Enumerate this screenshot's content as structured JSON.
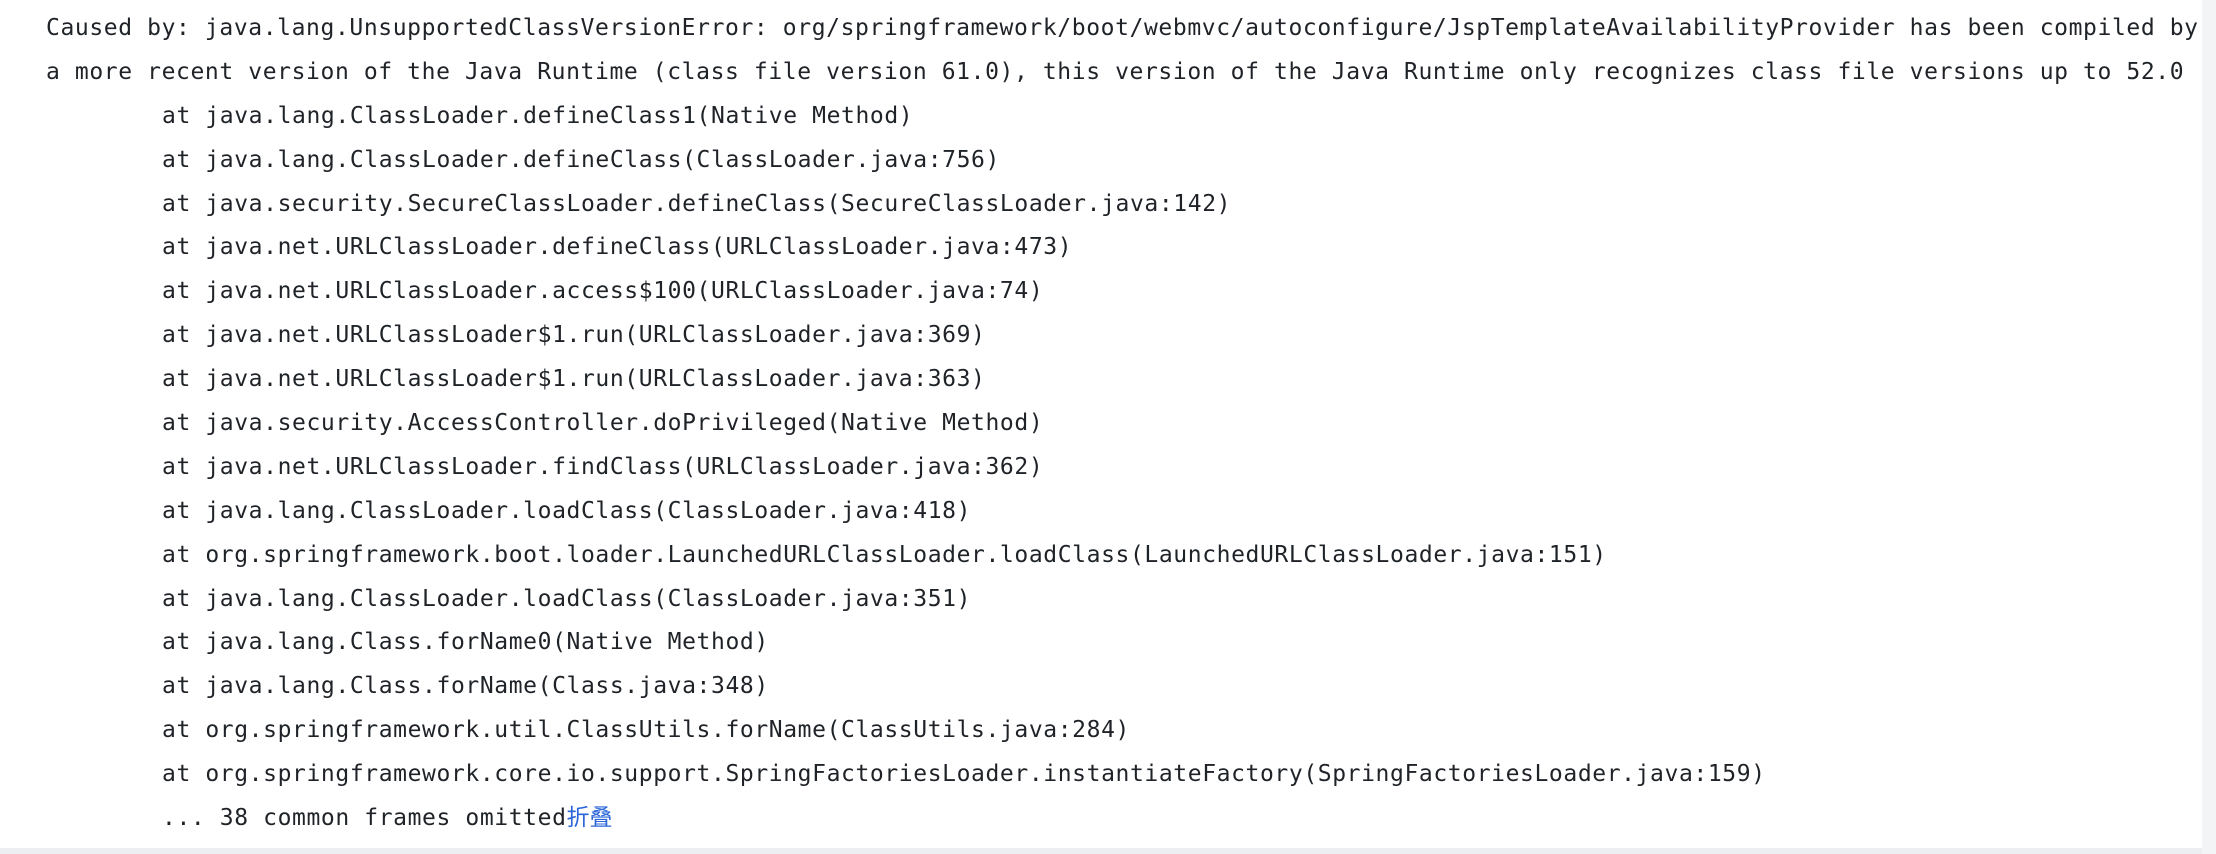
{
  "log": {
    "caused_by_1": "Caused by: java.lang.UnsupportedClassVersionError: org/springframework/boot/webmvc/autoconfigure/JspTemplateAvailabilityProvider has been compiled by",
    "caused_by_2": "a more recent version of the Java Runtime (class file version 61.0), this version of the Java Runtime only recognizes class file versions up to 52.0",
    "frames": [
      "at java.lang.ClassLoader.defineClass1(Native Method)",
      "at java.lang.ClassLoader.defineClass(ClassLoader.java:756)",
      "at java.security.SecureClassLoader.defineClass(SecureClassLoader.java:142)",
      "at java.net.URLClassLoader.defineClass(URLClassLoader.java:473)",
      "at java.net.URLClassLoader.access$100(URLClassLoader.java:74)",
      "at java.net.URLClassLoader$1.run(URLClassLoader.java:369)",
      "at java.net.URLClassLoader$1.run(URLClassLoader.java:363)",
      "at java.security.AccessController.doPrivileged(Native Method)",
      "at java.net.URLClassLoader.findClass(URLClassLoader.java:362)",
      "at java.lang.ClassLoader.loadClass(ClassLoader.java:418)",
      "at org.springframework.boot.loader.LaunchedURLClassLoader.loadClass(LaunchedURLClassLoader.java:151)",
      "at java.lang.ClassLoader.loadClass(ClassLoader.java:351)",
      "at java.lang.Class.forName0(Native Method)",
      "at java.lang.Class.forName(Class.java:348)",
      "at org.springframework.util.ClassUtils.forName(ClassUtils.java:284)",
      "at org.springframework.core.io.support.SpringFactoriesLoader.instantiateFactory(SpringFactoriesLoader.java:159)"
    ],
    "omitted": "... 38 common frames omitted",
    "fold_label": "折叠"
  }
}
